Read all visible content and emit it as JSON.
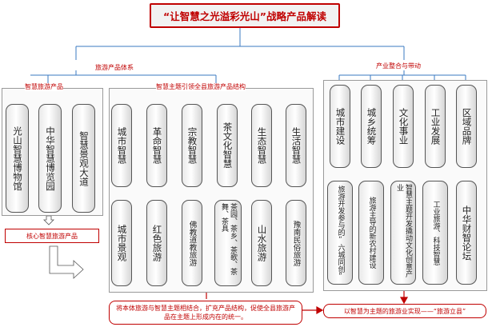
{
  "title": "“让智慧之光溢彩光山”战略产品解读",
  "branches": {
    "left_label": "旅游产品体系",
    "right_label": "产业整合与带动"
  },
  "smart_products": {
    "label": "智慧旅游产品",
    "items": [
      "光山智慧博物馆",
      "中华智慧博览园",
      "智慧景观大道"
    ]
  },
  "theme_structure": {
    "label": "智慧主题引领全县旅游产品结构",
    "top": [
      "城市智慧",
      "革命智慧",
      "宗教智慧",
      "茶文化智慧",
      "生态智慧",
      "生活智慧"
    ],
    "bottom": [
      "城市景观",
      "红色旅游",
      "佛教道教旅游",
      "茶园、茶乡、茶歌、茶舞、茶具",
      "山水旅游",
      "豫南民俗旅游"
    ]
  },
  "industry": {
    "top": [
      "城市建设",
      "城乡统筹",
      "文化事业",
      "工业发展",
      "区域品牌"
    ],
    "bottom": [
      "旅游开发参与的“六城同创”",
      "旅游主导的新农村建设",
      "智慧主题开发撬动文化创意产业",
      "工业旅游、科技智慧",
      "中华财智论坛"
    ]
  },
  "core_product": "核心智慧旅游产品",
  "integration_text": "将本体旅游与智慧主题相结合，扩充产品结构，促使全县旅游产品在主题上形成内在的统一。",
  "goal_text": "以智慧为主题的旅游业实现——“旅游立县”"
}
